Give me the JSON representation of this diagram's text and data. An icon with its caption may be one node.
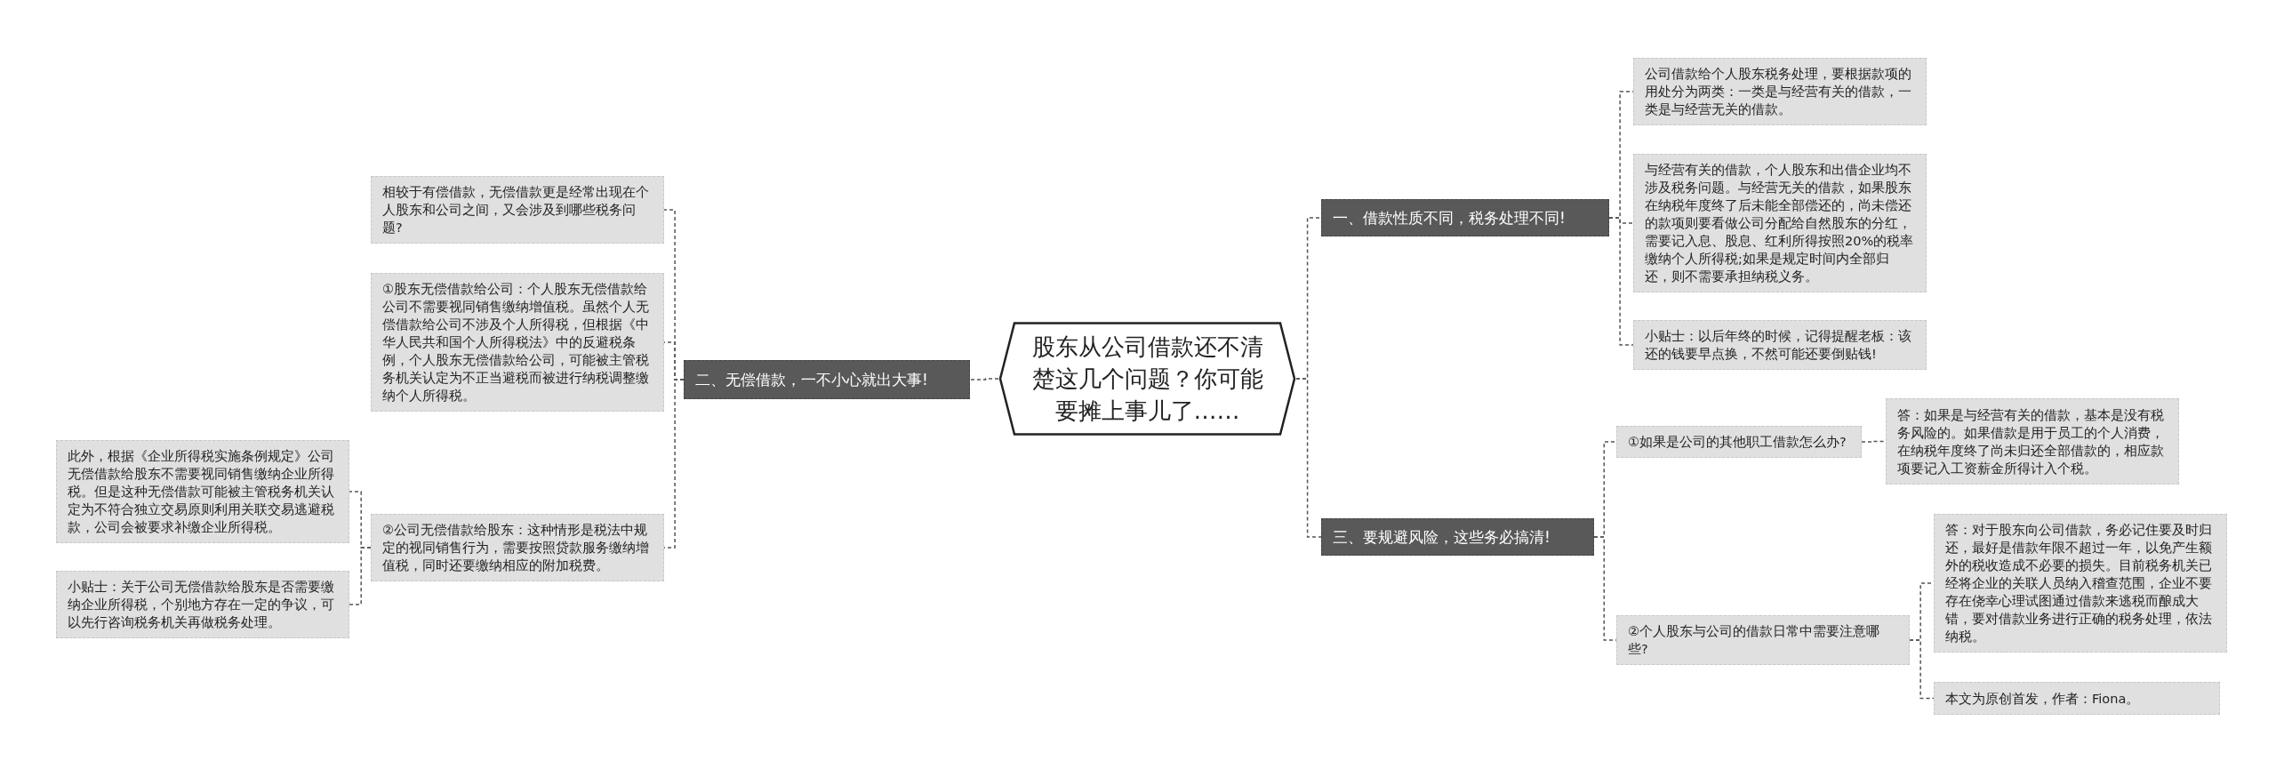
{
  "diagram": {
    "nodes": [
      {
        "text": [
          "股东从公司借款还不清楚这几个问题？你可能要摊上事儿了……"
        ]
      },
      {
        "text": [
          "一、借款性质不同，税务处理不同!"
        ]
      },
      {
        "text": [
          "公司借款给个人股东税务处理，要根据款项的用处分为两类：一类是与经营有关的借款，一类是与经营无关的借款。"
        ]
      },
      {
        "text": [
          "与经营有关的借款，个人股东和出借企业均不涉及税务问题。与经营无关的借款，如果股东在纳税年度终了后未能全部偿还的，尚未偿还的款项则要看做公司分配给自然股东的分红，需要记入息、股息、红利所得按照20%的税率缴纳个人所得税;如果是规定时间内全部归还，则不需要承担纳税义务。"
        ]
      },
      {
        "text": [
          "小贴士：以后年终的时候，记得提醒老板：该还的钱要早点换，不然可能还要倒贴钱!"
        ]
      },
      {
        "text": [
          "二、无偿借款，一不小心就出大事!"
        ]
      },
      {
        "text": [
          "相较于有偿借款，无偿借款更是经常出现在个人股东和公司之间，又会涉及到哪些税务问题?"
        ]
      },
      {
        "text": [
          "①股东无偿借款给公司：个人股东无偿借款给公司不需要视同销售缴纳增值税。虽然个人无偿借款给公司不涉及个人所得税，但根据《中华人民共和国个人所得税法》中的反避税条例，个人股东无偿借款给公司，可能被主管税务机关认定为不正当避税而被进行纳税调整缴纳个人所得税。"
        ]
      },
      {
        "text": [
          "②公司无偿借款给股东：这种情形是税法中规定的视同销售行为，需要按照贷款服务缴纳增值税，同时还要缴纳相应的附加税费。"
        ]
      },
      {
        "text": [
          "此外，根据《企业所得税实施条例规定》公司无偿借款给股东不需要视同销售缴纳企业所得税。但是这种无偿借款可能被主管税务机关认定为不符合独立交易原则利用关联交易逃避税款，公司会被要求补缴企业所得税。"
        ]
      },
      {
        "text": [
          "小贴士：关于公司无偿借款给股东是否需要缴纳企业所得税，个别地方存在一定的争议，可以先行咨询税务机关再做税务处理。"
        ]
      },
      {
        "text": [
          "三、要规避风险，这些务必搞清!"
        ]
      },
      {
        "text": [
          "①如果是公司的其他职工借款怎么办?"
        ]
      },
      {
        "text": [
          "答：如果是与经营有关的借款，基本是没有税务风险的。如果借款是用于员工的个人消费，在纳税年度终了尚未归还全部借款的，相应款项要记入工资薪金所得计入个税。"
        ]
      },
      {
        "text": [
          "②个人股东与公司的借款日常中需要注意哪些?"
        ]
      },
      {
        "text": [
          "答：对于股东向公司借款，务必记住要及时归还，最好是借款年限不超过一年，以免产生额外的税收造成不必要的损失。目前税务机关已经将企业的关联人员纳入稽查范围，企业不要存在侥幸心理试图通过借款来逃税而酿成大错，要对借款业务进行正确的税务处理，依法纳税。"
        ]
      },
      {
        "text": [
          "本文为原创首发，作者：Fiona。"
        ]
      }
    ],
    "edges": [
      {
        "from": 0,
        "to": 1,
        "arrow": "none"
      },
      {
        "from": 1,
        "to": 2,
        "arrow": "none"
      },
      {
        "from": 1,
        "to": 3,
        "arrow": "none"
      },
      {
        "from": 1,
        "to": 4,
        "arrow": "none"
      },
      {
        "from": 0,
        "to": 5,
        "arrow": "none"
      },
      {
        "from": 5,
        "to": 6,
        "arrow": "none"
      },
      {
        "from": 5,
        "to": 7,
        "arrow": "none"
      },
      {
        "from": 5,
        "to": 8,
        "arrow": "none"
      },
      {
        "from": 8,
        "to": 9,
        "arrow": "none"
      },
      {
        "from": 8,
        "to": 10,
        "arrow": "none"
      },
      {
        "from": 0,
        "to": 11,
        "arrow": "none"
      },
      {
        "from": 11,
        "to": 12,
        "arrow": "none"
      },
      {
        "from": 12,
        "to": 13,
        "arrow": "none"
      },
      {
        "from": 11,
        "to": 14,
        "arrow": "none"
      },
      {
        "from": 14,
        "to": 15,
        "arrow": "none"
      },
      {
        "from": 14,
        "to": 16,
        "arrow": "none"
      }
    ]
  }
}
